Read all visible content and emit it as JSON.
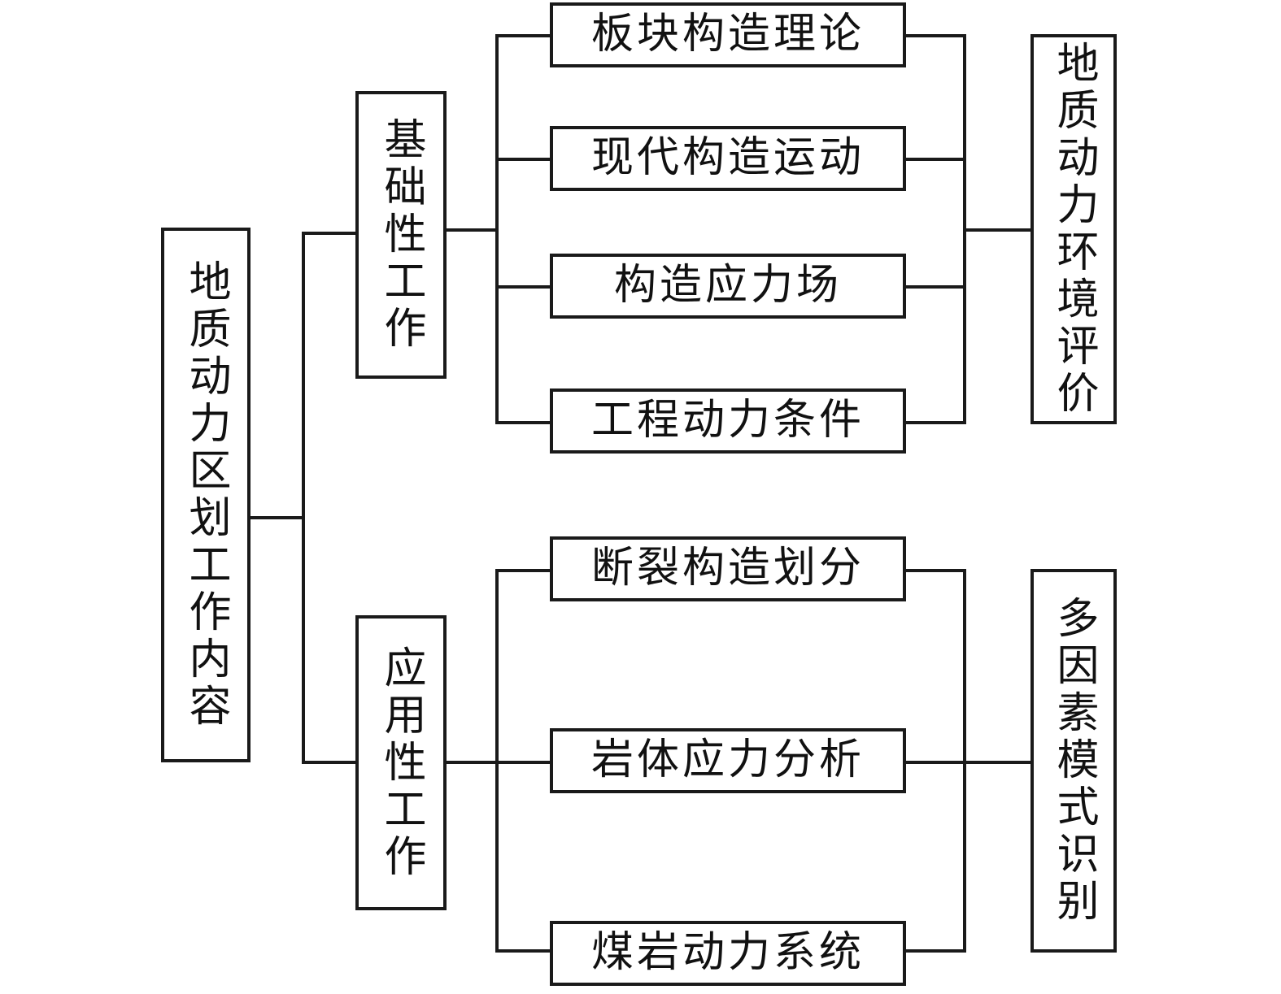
{
  "diagram": {
    "title_text": "地质动力区划工作内容",
    "type": "flowchart",
    "orientation": "left-to-right",
    "root": {
      "label": "地质动力区划工作内容"
    },
    "branches": [
      {
        "label": "基础性工作",
        "items": [
          "板块构造理论",
          "现代构造运动",
          "构造应力场",
          "工程动力条件"
        ],
        "outcome": "地质动力环境评价"
      },
      {
        "label": "应用性工作",
        "items": [
          "断裂构造划分",
          "岩体应力分析",
          "煤岩动力系统"
        ],
        "outcome": "多因素模式识别"
      }
    ],
    "colors": {
      "stroke": "#1a1a1a",
      "background": "#ffffff",
      "text": "#111111"
    }
  }
}
